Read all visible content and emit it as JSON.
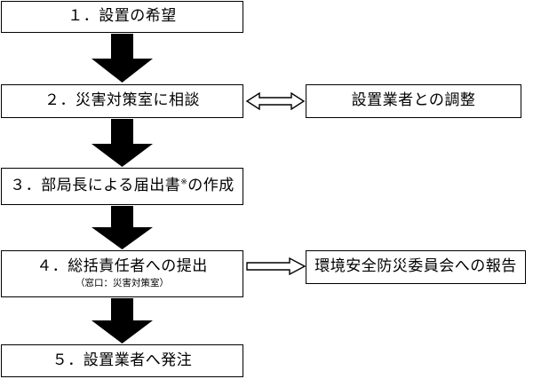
{
  "steps": [
    {
      "label": "１．設置の希望"
    },
    {
      "label": "２．災害対策室に相談"
    },
    {
      "label_before": "３．部局長による届出書",
      "mark": "※",
      "label_after": "の作成"
    },
    {
      "label": "４．総括責任者への提出",
      "sub": "（窓口：災害対策室）"
    },
    {
      "label": "５．設置業者へ発注"
    }
  ],
  "side": [
    {
      "label": "設置業者との調整",
      "link": "bidirectional",
      "from_step": 2
    },
    {
      "label": "環境安全防災委員会への報告",
      "link": "outgoing",
      "from_step": 4
    }
  ]
}
